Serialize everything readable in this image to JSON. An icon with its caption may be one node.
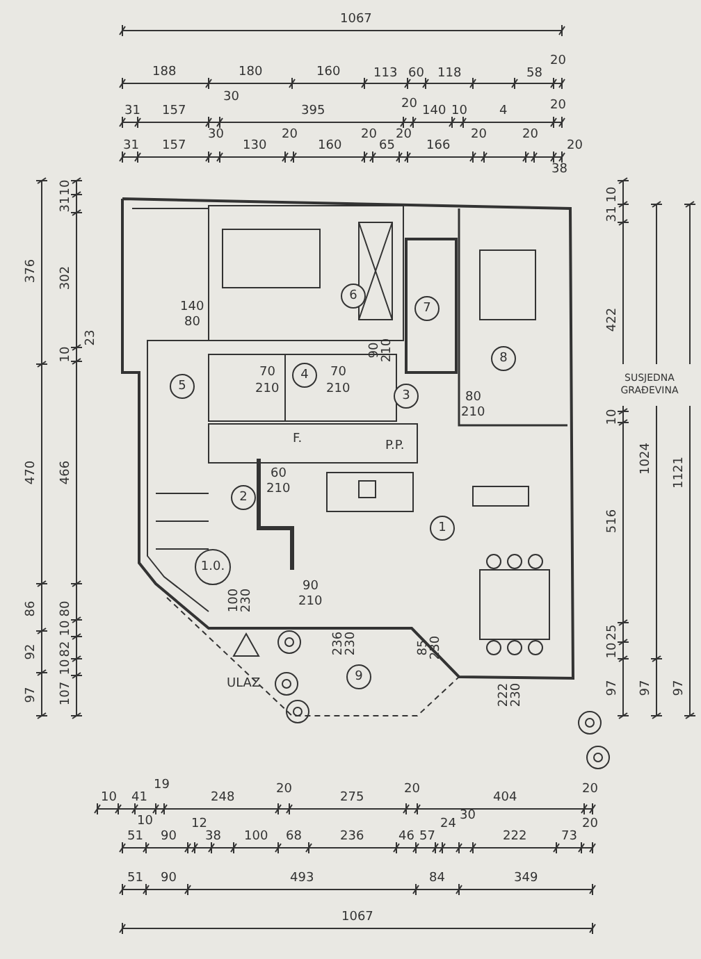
{
  "diagram": {
    "nodes": [
      {
        "text": [
          "6"
        ]
      },
      {
        "text": [
          "7"
        ]
      },
      {
        "text": [
          "8"
        ]
      },
      {
        "text": [
          "5"
        ]
      },
      {
        "text": [
          "4"
        ]
      },
      {
        "text": [
          "3"
        ]
      },
      {
        "text": [
          "2"
        ]
      },
      {
        "text": [
          "1.0."
        ]
      },
      {
        "text": [
          "1"
        ]
      },
      {
        "text": [
          "9"
        ]
      }
    ],
    "labels": [
      "1067",
      "188",
      "180",
      "160",
      "113",
      "60",
      "118",
      "58",
      "20",
      "31",
      "157",
      "30",
      "395",
      "20",
      "140",
      "10",
      "4",
      "20",
      "31",
      "157",
      "30",
      "130",
      "20",
      "160",
      "20",
      "65",
      "20",
      "166",
      "20",
      "20",
      "20",
      "38",
      "376",
      "470",
      "86",
      "92",
      "97",
      "10",
      "31",
      "302",
      "23",
      "10",
      "466",
      "80",
      "10",
      "82",
      "10",
      "107",
      "140",
      "80",
      "70",
      "210",
      "70",
      "210",
      "90",
      "210",
      "F.",
      "P.P.",
      "80",
      "210",
      "60",
      "210",
      "100",
      "230",
      "90",
      "210",
      "236",
      "230",
      "85",
      "230",
      "ULAZ",
      "222",
      "230",
      "10",
      "31",
      "422",
      "10",
      "516",
      "25",
      "10",
      "97",
      "SUSJEDNA GRAĐEVINA",
      "1024",
      "97",
      "1121",
      "97",
      "10",
      "41",
      "19",
      "10",
      "248",
      "20",
      "275",
      "20",
      "404",
      "20",
      "51",
      "90",
      "12",
      "38",
      "100",
      "68",
      "236",
      "46",
      "57",
      "24",
      "30",
      "222",
      "73",
      "20",
      "51",
      "90",
      "493",
      "84",
      "349",
      "1067"
    ]
  }
}
